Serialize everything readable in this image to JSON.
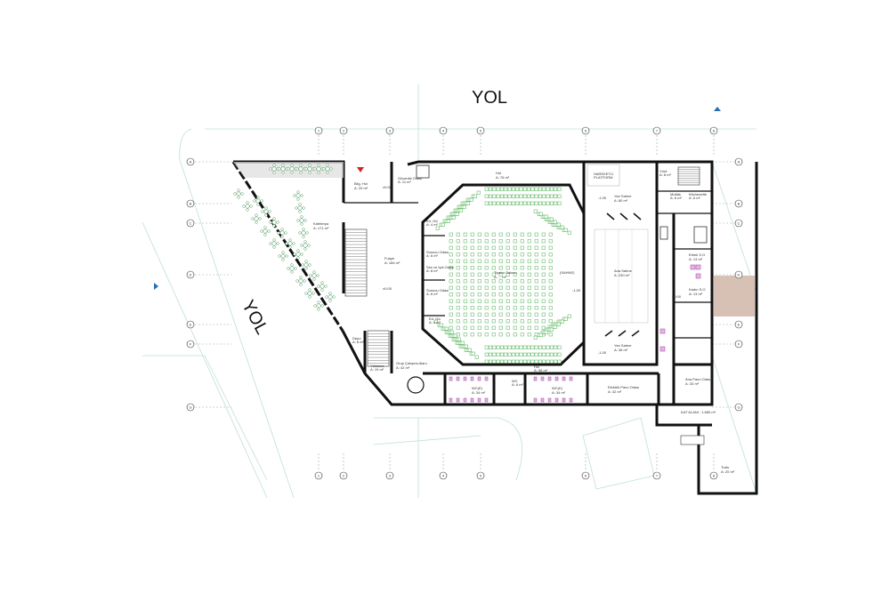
{
  "roads": {
    "north": "YOL",
    "west": "YOL"
  },
  "grid": {
    "columns": [
      "1",
      "2",
      "3",
      "4",
      "5",
      "6",
      "7",
      "8"
    ],
    "rows": [
      "A",
      "B",
      "C",
      "D",
      "E",
      "F",
      "G"
    ]
  },
  "rooms": {
    "kafeterya": [
      "Kafeterya",
      "A: 171 m²"
    ],
    "bilet": [
      "Bilg. Hol",
      "A: 20 m²"
    ],
    "guvenlik": [
      "Güvenlik Odası",
      "A: 11 m²"
    ],
    "fuaye": [
      "Fuaye",
      "A: 184 m²"
    ],
    "hol_n": [
      "Hol",
      "A: 76 m²"
    ],
    "salon": [
      "Tiyatro Salonu",
      "A: ... m²"
    ],
    "sunucu1": [
      "Sunucu Odası",
      "A: 6 m²"
    ],
    "sesisik": [
      "Ses ve Işık Odası",
      "A: 8 m²"
    ],
    "sunucu2": [
      "Sunucu Odası",
      "A: 6 m²"
    ],
    "ed1": [
      "Ed. Od.",
      "A: 4 m²"
    ],
    "ed2": [
      "Ed. Od.",
      "A: 4 m²"
    ],
    "platform": [
      "HAREKETLİ",
      "PLATFORM"
    ],
    "yansahne1": [
      "Yan Sahne",
      "A: 80 m²"
    ],
    "anasahne": [
      "Ana Sahne",
      "A: 230 m²"
    ],
    "yansahne2": [
      "Yan Sahne",
      "A: 36 m²"
    ],
    "wce": [
      "WC(E)",
      "A: 34 m²"
    ],
    "wck": [
      "WC(K)",
      "A: 34 m²"
    ],
    "wc": [
      "WC",
      "A: 6 m²"
    ],
    "hol_s": [
      "Hol",
      "A: 56 m²"
    ],
    "elektrik": [
      "Elektrik Pano Odası",
      "A: 42 m²"
    ],
    "anapano": [
      "Ana Pano Odası",
      "A: 33 m²"
    ],
    "grup": [
      "Grup Çalışma Alanı",
      "A: 42 m²"
    ],
    "depo": [
      "Depo",
      "A: 6 m²"
    ],
    "yukleme": [
      "Yükleme",
      "A: 19 m²"
    ],
    "erkek": [
      "Erkek S.O",
      "A: 13 m²"
    ],
    "kadin": [
      "Kadın S.O",
      "A: 13 m²"
    ],
    "mutfak": [
      "Mutfak",
      "A: 6 m²"
    ],
    "kitchen": [
      "Kitchenette",
      "A: 6 m²"
    ],
    "yonet": [
      "Yönt.",
      "A: 8 m²"
    ],
    "trafo": [
      "Trafo",
      "A: 20 m²"
    ],
    "kat_alani": "KAT ALANI : 1.680 m²",
    "sahne_label": "(SAHNE)"
  },
  "levels": [
    "±0.00",
    "±0.00",
    "-1.00",
    "-1.00",
    "-1.00",
    "±0.00"
  ],
  "colors": {
    "seat": "#4caf50",
    "wall": "#111111",
    "wc": "#e6b5e6",
    "hatch": "#d7c1b5",
    "stair_alert": "#d62020"
  }
}
